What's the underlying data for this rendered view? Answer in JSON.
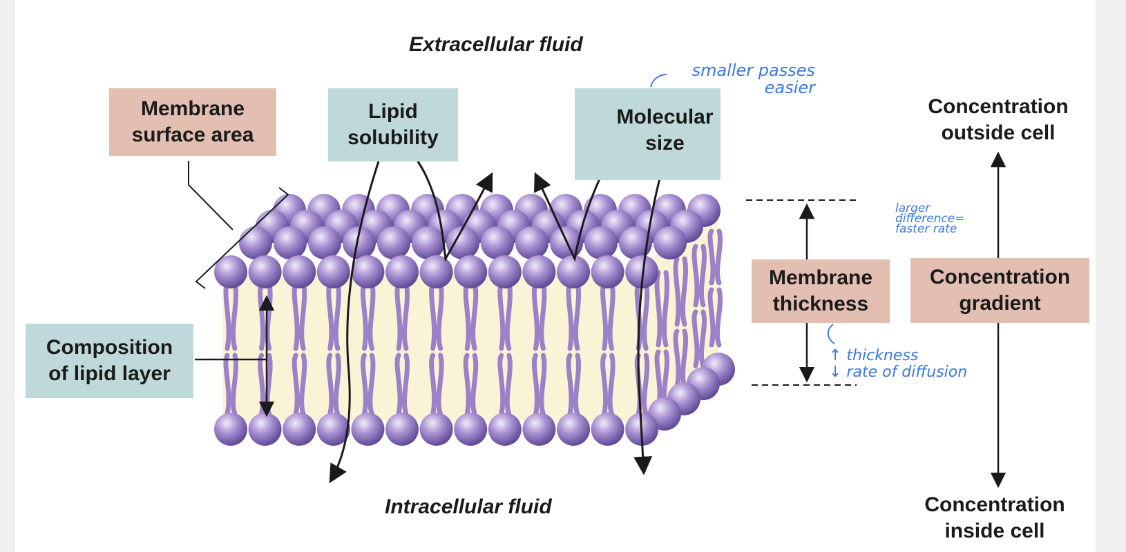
{
  "fluids": {
    "extracellular": "Extracellular fluid",
    "intracellular": "Intracellular fluid"
  },
  "labels": {
    "membrane_surface_area": "Membrane\nsurface area",
    "lipid_solubility": "Lipid\nsolubility",
    "molecular_size": "Molecular\nsize",
    "composition": "Composition\nof lipid layer",
    "membrane_thickness": "Membrane\nthickness",
    "concentration_gradient": "Concentration\ngradient",
    "concentration_outside": "Concentration\noutside cell",
    "concentration_inside": "Concentration\ninside cell"
  },
  "handwritten_notes": {
    "molecular_size": "smaller passes\neasier",
    "concentration": "larger\ndifference=\nfaster rate",
    "thickness": "↑ thickness\n↓ rate of diffusion"
  },
  "colors": {
    "label_pink": "#e3bfb2",
    "label_teal": "#bfd9da",
    "lipid_head": "#9b82c8",
    "lipid_interior": "#fbf3d6",
    "molecule_red": "#cf3a2c",
    "handwriting_blue": "#3c78e0"
  }
}
